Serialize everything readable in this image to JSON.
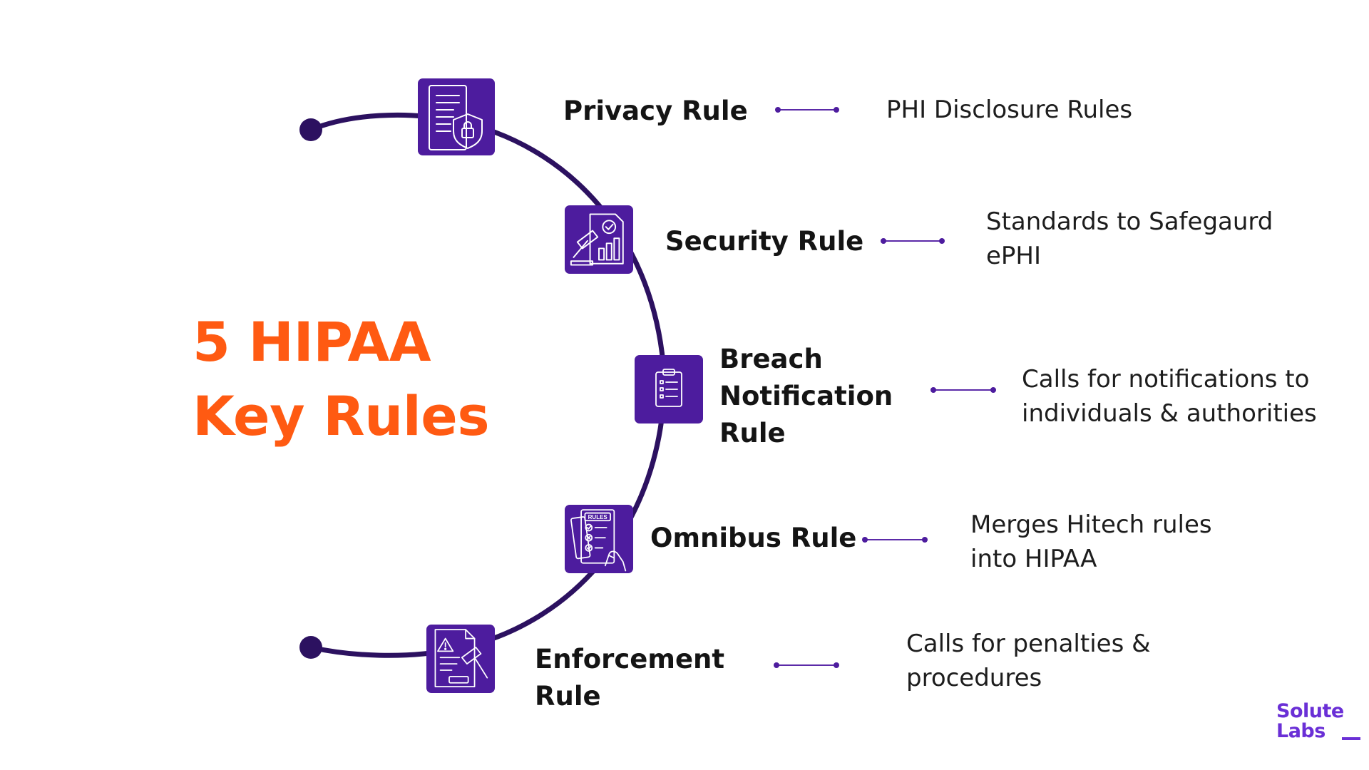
{
  "title": {
    "line1": "5 HIPAA",
    "line2": "Key Rules"
  },
  "colors": {
    "accent": "#ff5a12",
    "primary": "#4d1c9e",
    "arc": "#2c1160",
    "logo": "#6a2fd6"
  },
  "rules": [
    {
      "name_lines": [
        "Privacy Rule"
      ],
      "icon": "document-shield-lock-icon",
      "description_lines": [
        "PHI Disclosure Rules"
      ]
    },
    {
      "name_lines": [
        "Security Rule"
      ],
      "icon": "gavel-chart-icon",
      "description_lines": [
        "Standards to Safegaurd",
        "ePHI"
      ]
    },
    {
      "name_lines": [
        "Breach",
        "Notification",
        "Rule"
      ],
      "icon": "clipboard-checklist-icon",
      "description_lines": [
        "Calls for notifications to",
        "individuals & authorities"
      ]
    },
    {
      "name_lines": [
        "Omnibus Rule"
      ],
      "icon": "rules-document-hand-icon",
      "description_lines": [
        "Merges Hitech rules",
        "into HIPAA"
      ]
    },
    {
      "name_lines": [
        "Enforcement",
        "Rule"
      ],
      "icon": "warning-document-gavel-icon",
      "description_lines": [
        "Calls for penalties &",
        "procedures"
      ]
    }
  ],
  "logo": {
    "line1": "Solute",
    "line2": "Labs"
  }
}
